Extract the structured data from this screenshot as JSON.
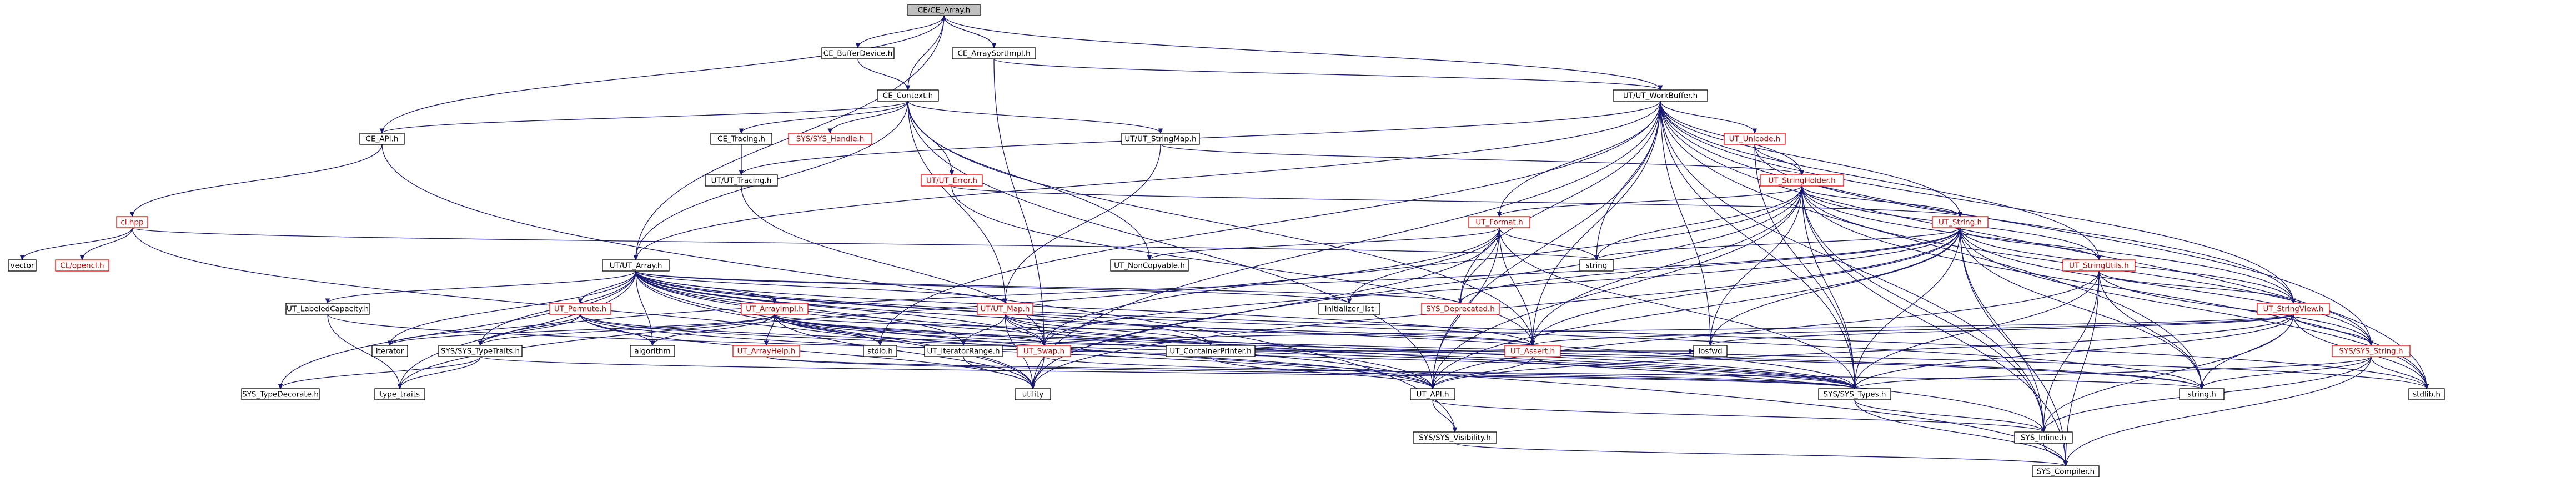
{
  "colors": {
    "edge": "#191970",
    "red_border": "#ff0000",
    "root_fill": "#bfbfbf",
    "background": "#ffffff"
  },
  "nodes": {
    "ce_array": "CE/CE_Array.h",
    "ce_bufferdevice": "CE_BufferDevice.h",
    "ce_arraysortimpl": "CE_ArraySortImpl.h",
    "ce_context": "CE_Context.h",
    "ce_api": "CE_API.h",
    "cl_hpp": "cl.hpp",
    "vector": "vector",
    "cl_opencl": "CL/opencl.h",
    "ce_tracing": "CE_Tracing.h",
    "ut_tracing": "UT/UT_Tracing.h",
    "sys_handle": "SYS/SYS_Handle.h",
    "ut_error": "UT/UT_Error.h",
    "ut_stringmap": "UT/UT_StringMap.h",
    "ut_workbuffer": "UT/UT_WorkBuffer.h",
    "ut_unicode": "UT_Unicode.h",
    "ut_stringholder": "UT_StringHolder.h",
    "ut_format": "UT_Format.h",
    "ut_string": "UT_String.h",
    "ut_stringutils": "UT_StringUtils.h",
    "ut_stringview": "UT_StringView.h",
    "sys_string": "SYS/SYS_String.h",
    "ut_noncopyable": "UT_NonCopyable.h",
    "string": "string",
    "initializer_list": "initializer_list",
    "sys_deprecated": "SYS_Deprecated.h",
    "ut_array": "UT/UT_Array.h",
    "ut_labeledcapacity": "UT_LabeledCapacity.h",
    "ut_permute": "UT_Permute.h",
    "ut_arrayimpl": "UT_ArrayImpl.h",
    "ut_map": "UT/UT_Map.h",
    "ut_arrayhelp": "UT_ArrayHelp.h",
    "ut_iteratorrange": "UT_IteratorRange.h",
    "ut_containerprinter": "UT_ContainerPrinter.h",
    "ut_swap": "UT_Swap.h",
    "ut_assert": "UT_Assert.h",
    "sys_typetraits": "SYS/SYS_TypeTraits.h",
    "sys_typedecorate": "SYS_TypeDecorate.h",
    "iterator": "iterator",
    "algorithm": "algorithm",
    "stdio": "stdio.h",
    "iosfwd": "iosfwd",
    "type_traits": "type_traits",
    "utility": "utility",
    "ut_api": "UT_API.h",
    "sys_types": "SYS/SYS_Types.h",
    "string_h": "string.h",
    "stdlib": "stdlib.h",
    "sys_visibility": "SYS/SYS_Visibility.h",
    "sys_inline": "SYS_Inline.h",
    "sys_compiler": "SYS_Compiler.h"
  }
}
